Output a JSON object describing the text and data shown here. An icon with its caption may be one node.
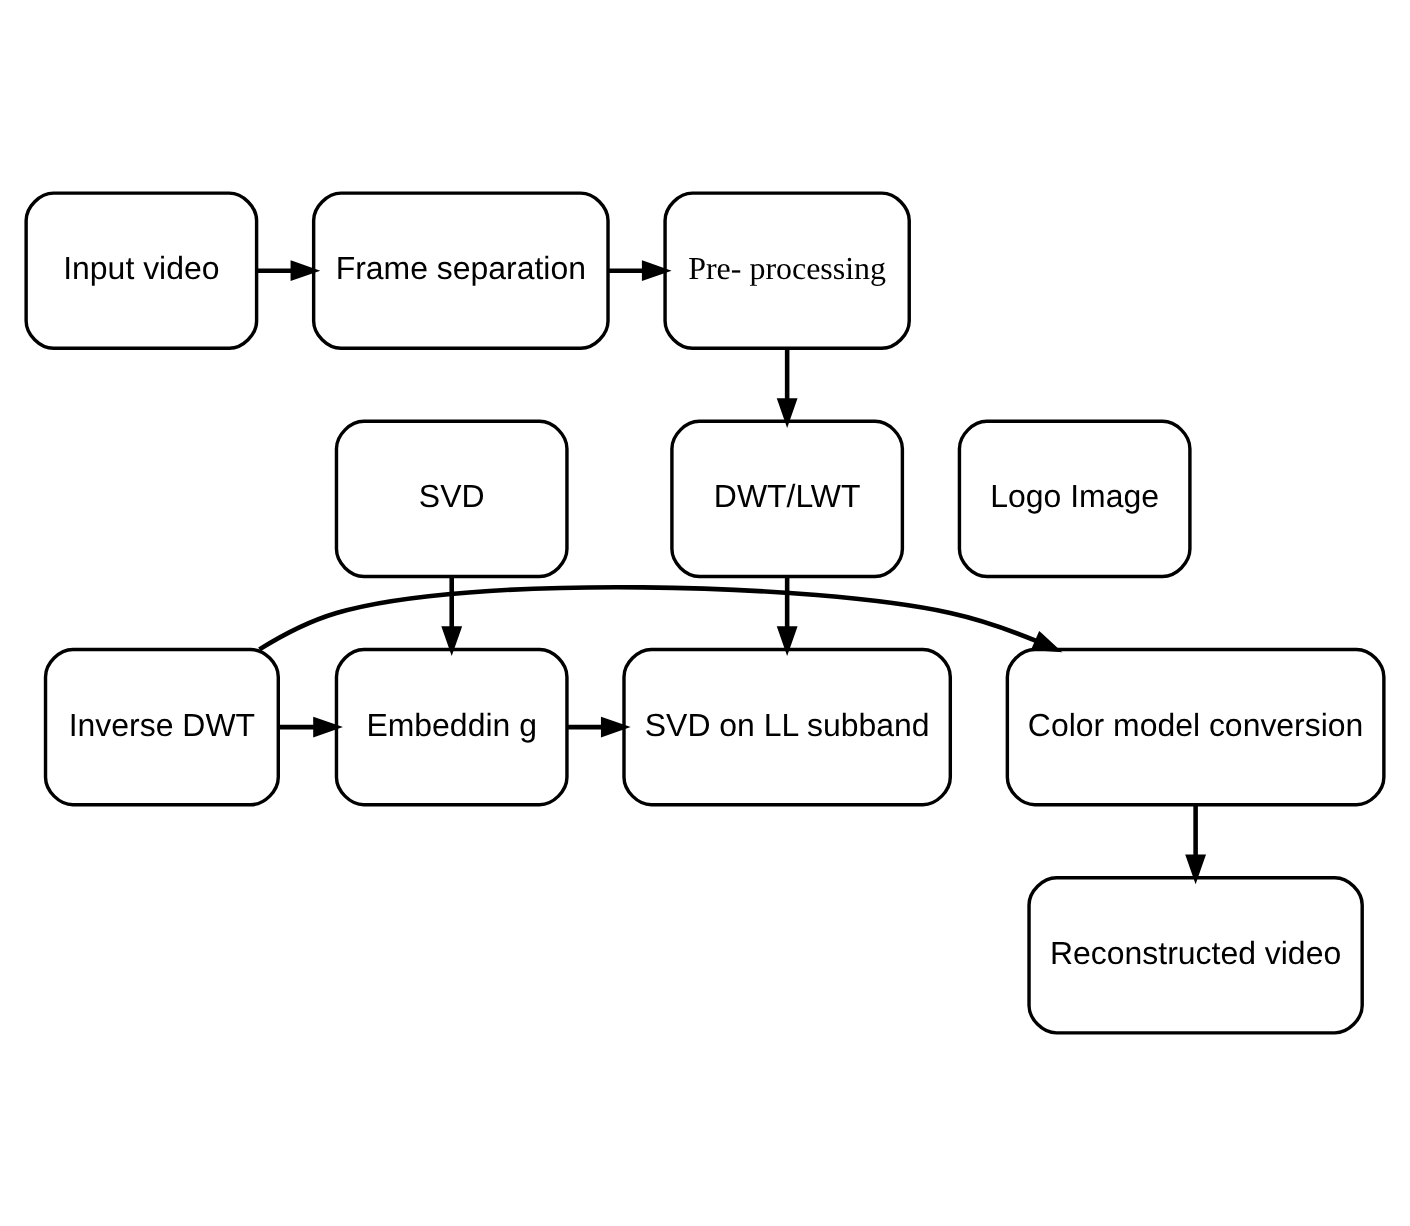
{
  "diagram": {
    "nodes": [
      {
        "text": [
          "Input video"
        ]
      },
      {
        "text": [
          "Frame separation"
        ]
      },
      {
        "text": [
          "Pre- processing"
        ]
      },
      {
        "text": [
          "Logo Image"
        ]
      },
      {
        "text": [
          "SVD"
        ]
      },
      {
        "text": [
          "DWT/LWT"
        ]
      },
      {
        "text": [
          "Color model conversion"
        ]
      },
      {
        "text": [
          "Inverse DWT"
        ]
      },
      {
        "text": [
          "Embeddin g"
        ]
      },
      {
        "text": [
          "SVD on LL subband"
        ]
      },
      {
        "text": [
          "Reconstructed video"
        ]
      }
    ],
    "edges": [
      {
        "from": 0,
        "to": 1,
        "arrow": "to"
      },
      {
        "from": 1,
        "to": 2,
        "arrow": "to"
      },
      {
        "from": 2,
        "to": 5,
        "arrow": "to"
      },
      {
        "from": 5,
        "to": 9,
        "arrow": "to"
      },
      {
        "from": 4,
        "to": 8,
        "arrow": "to"
      },
      {
        "from": 7,
        "to": 8,
        "arrow": "to"
      },
      {
        "from": 8,
        "to": 9,
        "arrow": "to"
      },
      {
        "from": 7,
        "to": 6,
        "arrow": "to"
      },
      {
        "from": 6,
        "to": 10,
        "arrow": "to"
      }
    ]
  }
}
